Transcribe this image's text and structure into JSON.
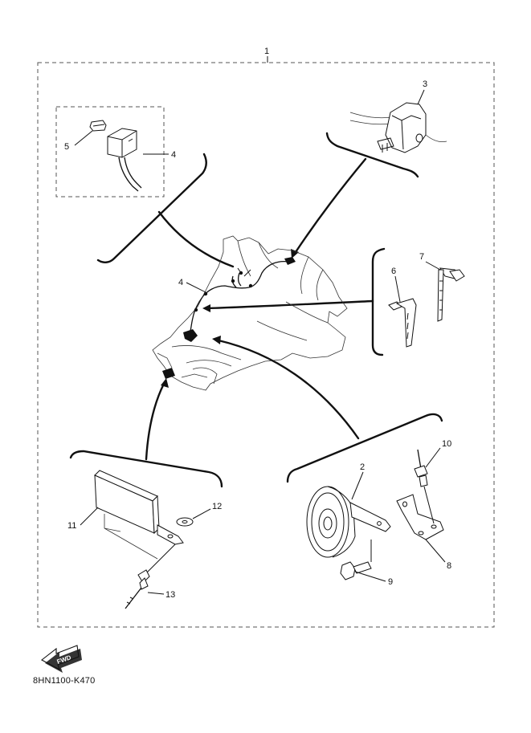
{
  "callouts": {
    "c1": "1",
    "c2": "2",
    "c3": "3",
    "c4_inset": "4",
    "c4_main": "4",
    "c5": "5",
    "c6": "6",
    "c7": "7",
    "c8": "8",
    "c9": "9",
    "c10": "10",
    "c11": "11",
    "c12": "12",
    "c13": "13"
  },
  "fwd_label": "FWD",
  "drawing_code": "8HN1100-K470"
}
